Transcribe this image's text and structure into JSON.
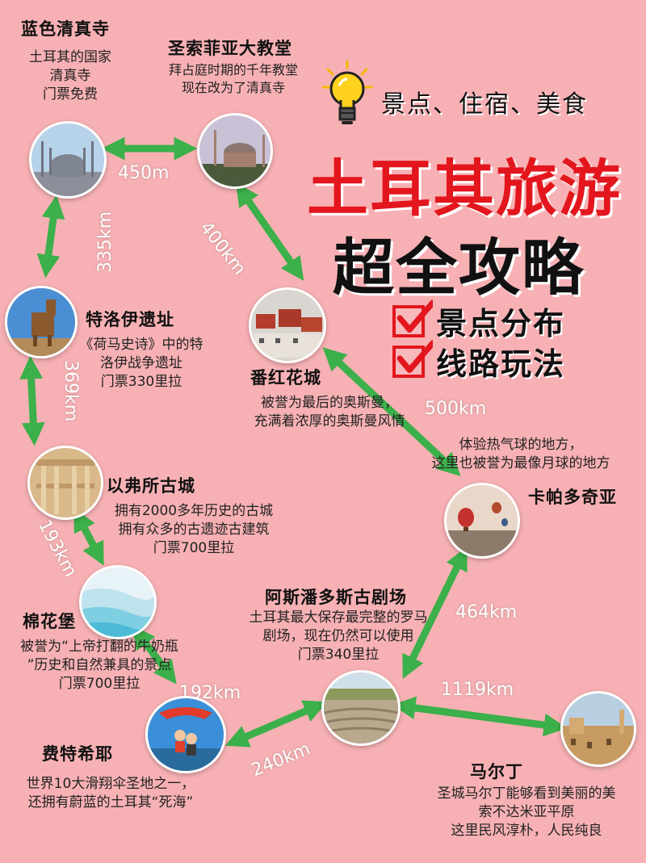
{
  "header": {
    "subtitle": "景点、住宿、美食",
    "title_line1": "土耳其旅游",
    "title_line2": "超全攻略",
    "checklist": [
      "景点分布",
      "线路玩法"
    ]
  },
  "spots": {
    "blue_mosque": {
      "title": "蓝色清真寺",
      "desc": "土耳其的国家\n清真寺\n门票免费"
    },
    "hagia_sophia": {
      "title": "圣索菲亚大教堂",
      "desc": "拜占庭时期的千年教堂\n现在改为了清真寺"
    },
    "troy": {
      "title": "特洛伊遗址",
      "desc": "《荷马史诗》中的特\n洛伊战争遗址\n门票330里拉"
    },
    "safranbolu": {
      "title": "番红花城",
      "desc": "被誉为最后的奥斯曼，\n充满着浓厚的奥斯曼风情"
    },
    "ephesus": {
      "title": "以弗所古城",
      "desc": "拥有2000多年历史的古城\n拥有众多的古遗迹古建筑\n门票700里拉"
    },
    "cappadocia": {
      "title": "卡帕多奇亚",
      "desc": "体验热气球的地方，\n这里也被誉为最像月球的地方"
    },
    "pamukkale": {
      "title": "棉花堡",
      "desc": "被誉为“上帝打翻的牛奶瓶\n”历史和自然兼具的景点\n门票700里拉"
    },
    "aspendos": {
      "title": "阿斯潘多斯古剧场",
      "desc": "土耳其最大保存最完整的罗马\n剧场，现在仍然可以使用\n门票340里拉"
    },
    "fethiye": {
      "title": "费特希耶",
      "desc": "世界10大滑翔伞圣地之一，\n还拥有蔚蓝的土耳其“死海”"
    },
    "mardin": {
      "title": "马尔丁",
      "desc": "圣城马尔丁能够看到美丽的美\n索不达米亚平原\n这里民风淳朴，人民纯良"
    }
  },
  "distances": {
    "blue_to_hagia": "450m",
    "hagia_to_safranbolu": "400km",
    "blue_to_troy": "335km",
    "troy_to_ephesus": "369km",
    "safranbolu_to_cappadocia": "500km",
    "ephesus_to_pamukkale": "193km",
    "cappadocia_to_aspendos": "464km",
    "aspendos_to_mardin": "1119km",
    "pamukkale_to_fethiye": "192km",
    "fethiye_to_aspendos": "240km"
  },
  "colors": {
    "background": "#f7b1b4",
    "arrow": "#3cb04a",
    "title_red": "#e3161d",
    "check_red": "#e3161d"
  },
  "icons": [
    "lightbulb-icon",
    "checkbox-icon"
  ]
}
